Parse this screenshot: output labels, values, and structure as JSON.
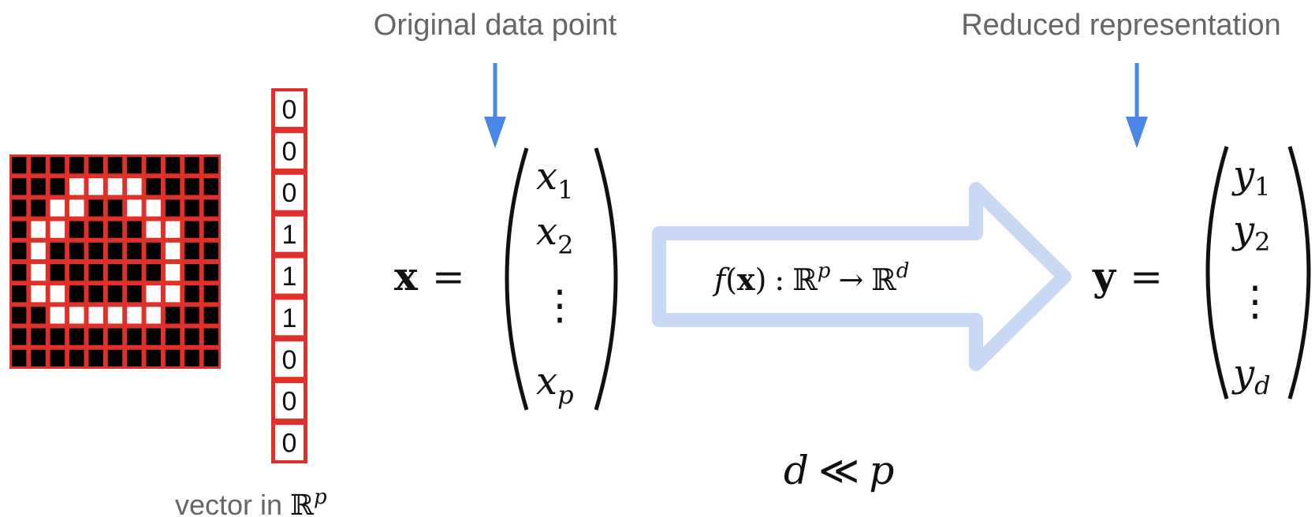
{
  "labels": {
    "original": "Original data point",
    "reduced": "Reduced representation",
    "vector_caption_prefix": "vector in ",
    "vector_caption_space": "ℝ",
    "vector_caption_exp": "p"
  },
  "pixel_vector": [
    "0",
    "0",
    "0",
    "1",
    "1",
    "1",
    "0",
    "0",
    "0"
  ],
  "pixel_grid": [
    [
      1,
      1,
      1,
      1,
      1,
      1,
      1,
      1,
      1,
      1,
      1
    ],
    [
      1,
      1,
      1,
      0,
      0,
      0,
      0,
      1,
      1,
      1,
      1
    ],
    [
      1,
      1,
      0,
      0,
      1,
      1,
      0,
      0,
      1,
      1,
      1
    ],
    [
      1,
      0,
      0,
      1,
      1,
      1,
      1,
      0,
      0,
      1,
      1
    ],
    [
      1,
      0,
      1,
      1,
      1,
      1,
      1,
      1,
      0,
      1,
      1
    ],
    [
      1,
      0,
      1,
      1,
      1,
      1,
      1,
      1,
      0,
      1,
      1
    ],
    [
      1,
      0,
      0,
      1,
      1,
      1,
      1,
      0,
      0,
      1,
      1
    ],
    [
      1,
      1,
      0,
      0,
      0,
      0,
      0,
      0,
      1,
      1,
      1
    ],
    [
      1,
      1,
      1,
      1,
      1,
      1,
      1,
      1,
      1,
      1,
      1
    ],
    [
      1,
      1,
      1,
      1,
      1,
      1,
      1,
      1,
      1,
      1,
      1
    ]
  ],
  "x_vector": {
    "lhs": "x",
    "eq": "=",
    "base": "x",
    "entries": [
      {
        "sub": "1",
        "highlight": false
      },
      {
        "sub": "2",
        "highlight": false
      },
      {
        "sub": "p",
        "highlight": true
      }
    ],
    "dots": "⋮"
  },
  "y_vector": {
    "lhs": "y",
    "eq": "=",
    "base": "y",
    "entries": [
      {
        "sub": "1",
        "highlight": false
      },
      {
        "sub": "2",
        "highlight": false
      },
      {
        "sub": "d",
        "highlight": true
      }
    ],
    "dots": "⋮"
  },
  "mapping": {
    "f": "f",
    "lparen": "(",
    "x": "x",
    "rparen": ")",
    "colon": ":",
    "space": "ℝ",
    "p": "p",
    "arrow": "→",
    "d": "d"
  },
  "inequality": {
    "d": "d",
    "op": "≪",
    "p": "p"
  },
  "colors": {
    "pointer_arrow": "#4a86e8",
    "big_arrow": "#c9d8f5",
    "grid_red": "#e0302a",
    "highlight": "#e01010",
    "label_gray": "#666666"
  }
}
